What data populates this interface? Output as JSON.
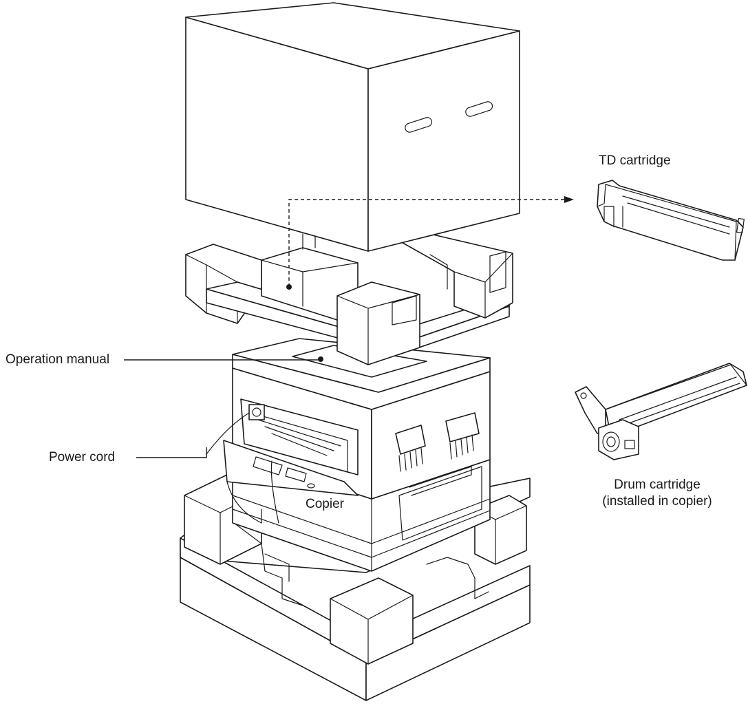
{
  "labels": {
    "td_cartridge": "TD cartridge",
    "operation_manual": "Operation manual",
    "power_cord": "Power cord",
    "copier": "Copier",
    "drum_cartridge_line1": "Drum cartridge",
    "drum_cartridge_line2": "(installed in copier)"
  },
  "colors": {
    "line": "#1a1a1a",
    "fill": "#ffffff"
  }
}
